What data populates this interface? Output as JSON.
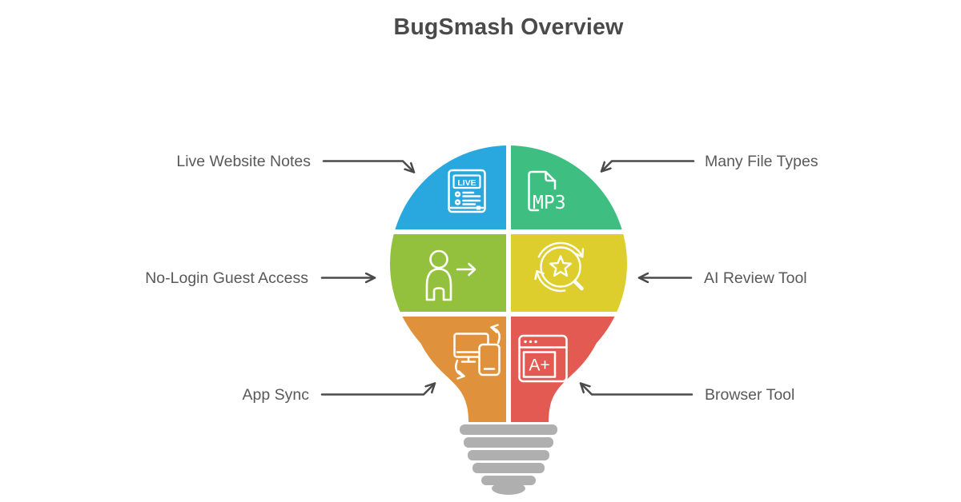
{
  "title": "BugSmash Overview",
  "features": [
    {
      "label": "Live Website Notes",
      "color": "#29A8DF",
      "icon": "live-notes-icon",
      "side": "left"
    },
    {
      "label": "Many File Types",
      "color": "#3EBE80",
      "icon": "mp3-file-icon",
      "side": "right"
    },
    {
      "label": "No-Login Guest Access",
      "color": "#94C13D",
      "icon": "guest-user-icon",
      "side": "left"
    },
    {
      "label": "AI Review Tool",
      "color": "#DECE2D",
      "icon": "ai-review-icon",
      "side": "right"
    },
    {
      "label": "App Sync",
      "color": "#E0913C",
      "icon": "app-sync-icon",
      "side": "left"
    },
    {
      "label": "Browser Tool",
      "color": "#E25A52",
      "icon": "browser-grade-icon",
      "side": "right"
    }
  ],
  "icon_texts": {
    "live_badge": "LIVE",
    "mp3_label": "MP3",
    "grade_label": "A+"
  },
  "colors": {
    "arrow": "#4a4a4a",
    "label_text": "#595959",
    "title_text": "#4a4a4a",
    "bulb_base": "#AFAFAF",
    "icon_stroke": "#ffffff",
    "background": "#ffffff"
  }
}
